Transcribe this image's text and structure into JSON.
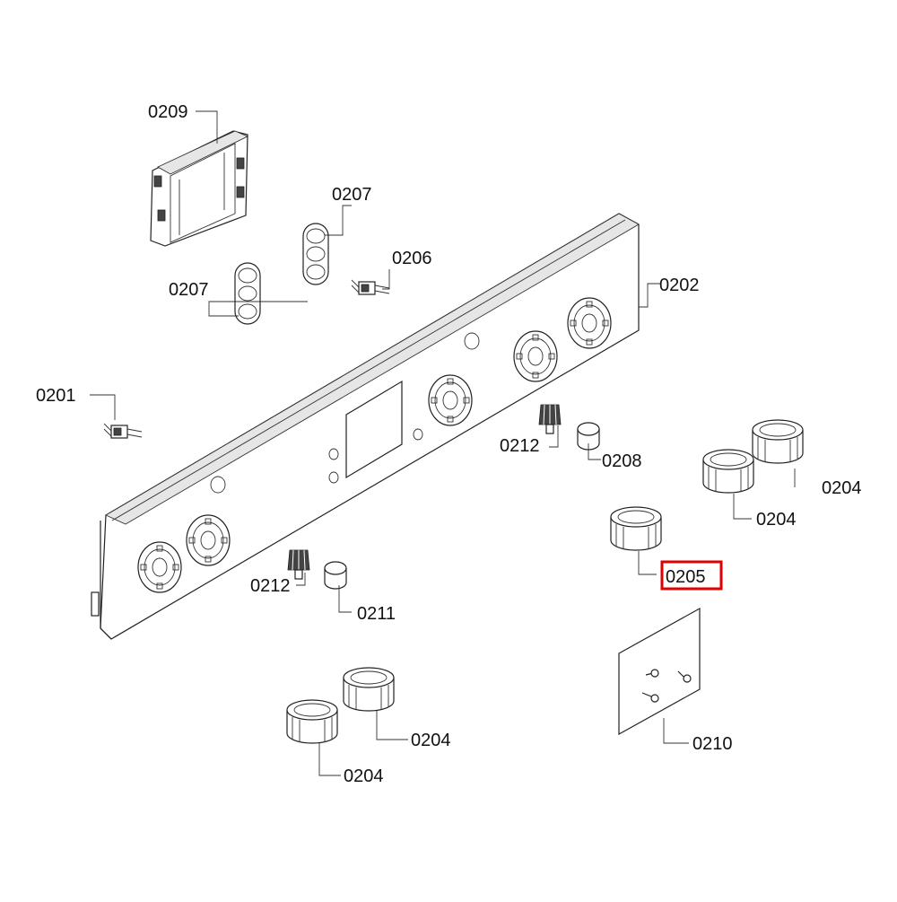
{
  "diagram": {
    "highlight_color": "#e00000",
    "highlighted_label": "0205",
    "labels": {
      "l0201": "0201",
      "l0202": "0202",
      "l0204a": "0204",
      "l0204b": "0204",
      "l0204c": "0204",
      "l0204d": "0204",
      "l0205": "0205",
      "l0206": "0206",
      "l0207a": "0207",
      "l0207b": "0207",
      "l0208": "0208",
      "l0209": "0209",
      "l0210": "0210",
      "l0211": "0211",
      "l0212a": "0212",
      "l0212b": "0212"
    }
  }
}
